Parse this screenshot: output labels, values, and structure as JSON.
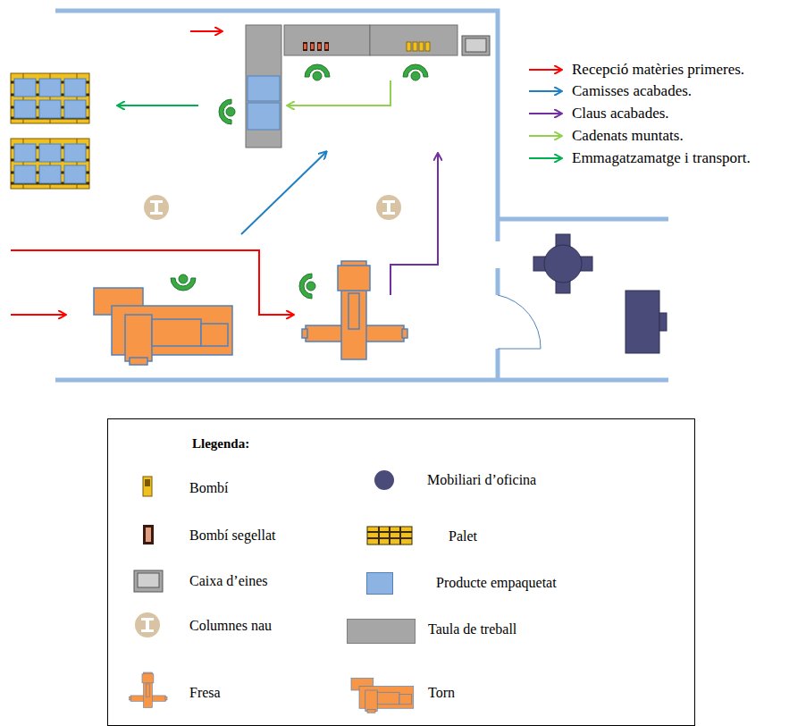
{
  "diagram": {
    "nodes": [
      {
        "text": [
          "Llegenda:"
        ]
      }
    ],
    "legend": [
      {
        "text": "Recepció matèries primeres."
      },
      {
        "text": "Camisses acabades."
      },
      {
        "text": "Claus acabades."
      },
      {
        "text": "Cadenats muntats."
      },
      {
        "text": "Emmagatzamatge  i transport."
      },
      {
        "text": "Bombí"
      },
      {
        "text": "Mobiliari d’oficina"
      },
      {
        "text": "Bombí segellat"
      },
      {
        "text": "Palet"
      },
      {
        "text": "Caixa d’eines"
      },
      {
        "text": "Producte empaquetat",
        "color": "#8db3e2"
      },
      {
        "text": "Columnes nau"
      },
      {
        "text": "Taula de treball",
        "color": "#a6a6a6"
      },
      {
        "text": "Fresa"
      },
      {
        "text": "Torn"
      }
    ]
  }
}
